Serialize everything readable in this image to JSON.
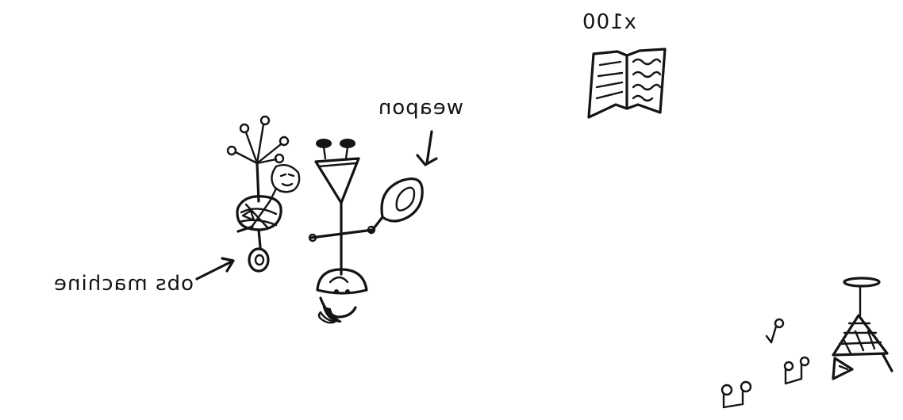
{
  "labels": {
    "magnification": "x100",
    "weapon": "weapon",
    "obs_machine": "obs machine"
  },
  "colors": {
    "ink": "#141414",
    "paper": "#ffffff"
  }
}
